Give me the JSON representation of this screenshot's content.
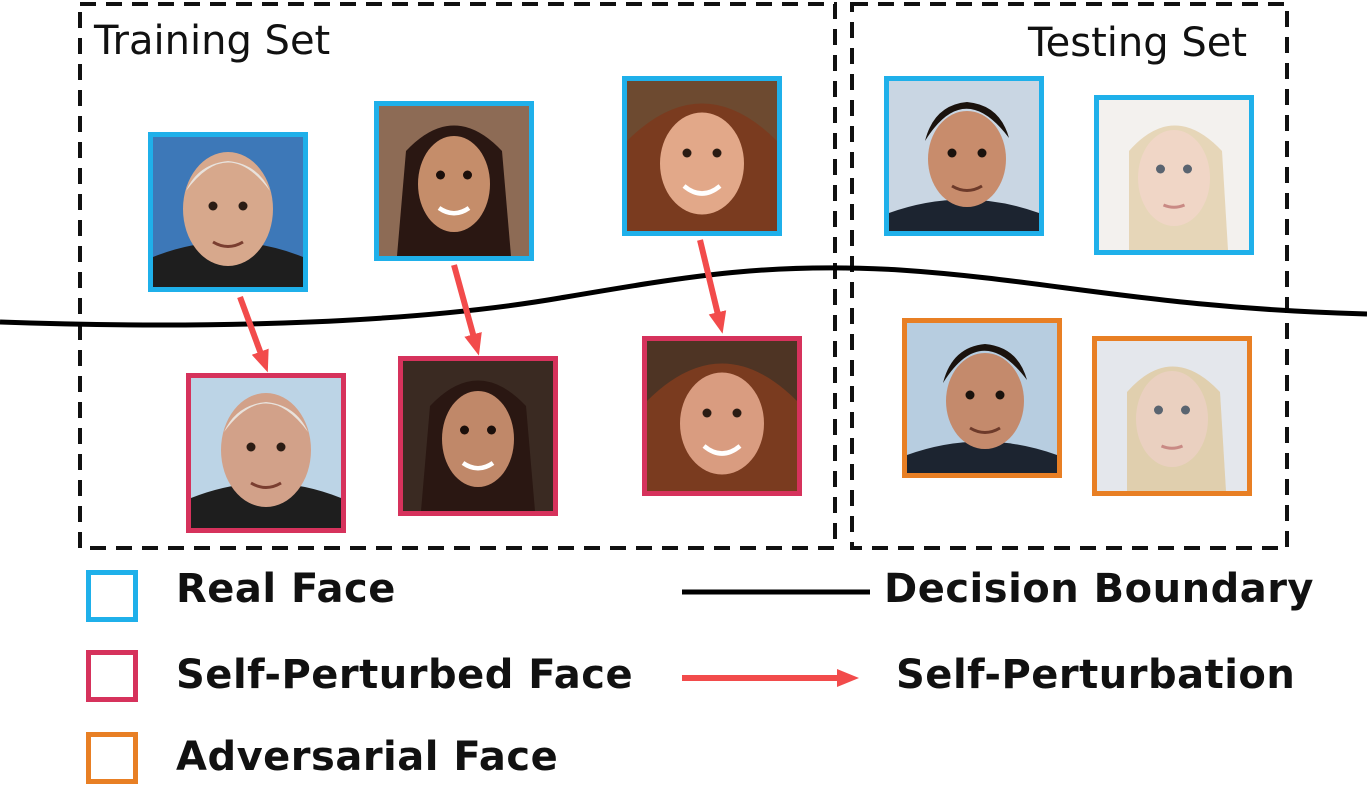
{
  "colors": {
    "real": "#1fb0ea",
    "self_perturbed": "#d6325c",
    "adversarial": "#e87f24",
    "arrow": "#f24b4b",
    "boundary": "#000000"
  },
  "sections": {
    "training_title": "Training Set",
    "testing_title": "Testing Set"
  },
  "faces": [
    {
      "kind": "real",
      "set": "training",
      "depicts": "elderly-man"
    },
    {
      "kind": "real",
      "set": "training",
      "depicts": "young-woman-dark-hair"
    },
    {
      "kind": "real",
      "set": "training",
      "depicts": "woman-auburn-hair"
    },
    {
      "kind": "self_perturbed",
      "set": "training",
      "depicts": "elderly-man"
    },
    {
      "kind": "self_perturbed",
      "set": "training",
      "depicts": "young-woman-dark-hair"
    },
    {
      "kind": "self_perturbed",
      "set": "training",
      "depicts": "woman-auburn-hair"
    },
    {
      "kind": "real",
      "set": "testing",
      "depicts": "man-dark-hair"
    },
    {
      "kind": "real",
      "set": "testing",
      "depicts": "woman-blonde-hair"
    },
    {
      "kind": "adversarial",
      "set": "testing",
      "depicts": "man-dark-hair"
    },
    {
      "kind": "adversarial",
      "set": "testing",
      "depicts": "woman-blonde-hair"
    }
  ],
  "legend": {
    "real_face": "Real Face",
    "self_perturbed_face": "Self-Perturbed Face",
    "adversarial_face": "Adversarial Face",
    "decision_boundary": "Decision Boundary",
    "self_perturbation": "Self-Perturbation"
  }
}
